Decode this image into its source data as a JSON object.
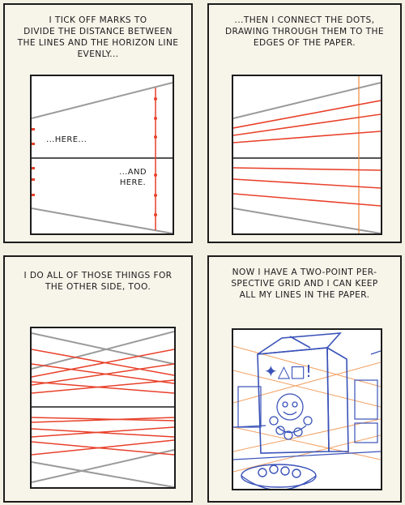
{
  "panels": [
    {
      "caption": "I tick off marks to\ndivide the distance between\nthe lines and the horizon line\nevenly...",
      "labels": {
        "here": "...here...",
        "and_here": "...and\nhere."
      }
    },
    {
      "caption": "...then I connect the dots,\ndrawing through them to the\nedges of the paper."
    },
    {
      "caption": "I do all of those things for\nthe other side, too."
    },
    {
      "caption": "Now I have a two-point per-\nspective grid and I can keep\nall my lines in the paper.",
      "box_symbols": "✦△□!"
    }
  ],
  "colors": {
    "red": "#e8412a",
    "gray": "#9a9a9a",
    "blue": "#3a52b8",
    "orange": "#f08a3c"
  }
}
